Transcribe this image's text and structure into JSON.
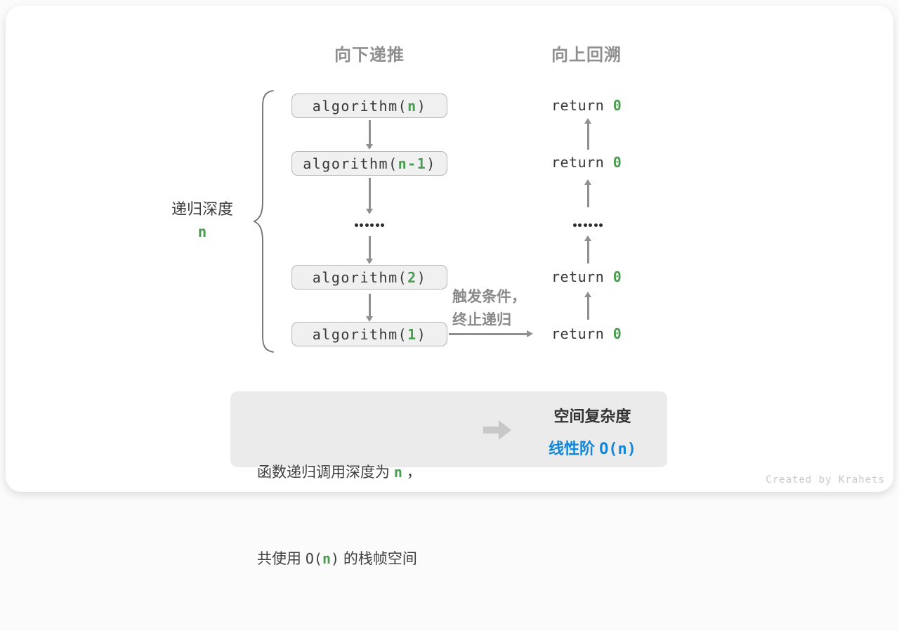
{
  "columns": {
    "down_header": "向下递推",
    "up_header": "向上回溯"
  },
  "depth": {
    "label": "递归深度",
    "value": "n"
  },
  "calls": [
    {
      "pre": "algorithm(",
      "arg": "n",
      "post": ")"
    },
    {
      "pre": "algorithm(",
      "arg": "n-1",
      "post": ")"
    },
    {
      "pre": "algorithm(",
      "arg": "2",
      "post": ")"
    },
    {
      "pre": "algorithm(",
      "arg": "1",
      "post": ")"
    }
  ],
  "returns": [
    {
      "pre": "return ",
      "val": "0"
    },
    {
      "pre": "return ",
      "val": "0"
    },
    {
      "pre": "return ",
      "val": "0"
    },
    {
      "pre": "return ",
      "val": "0"
    }
  ],
  "trigger": {
    "line1": "触发条件，",
    "line2": "终止递归"
  },
  "summary": {
    "line1_pre": "函数递归调用深度为 ",
    "line1_var": "n",
    "line1_post": " ，",
    "line2_pre": "共使用 ",
    "line2_o": "O(",
    "line2_var": "n",
    "line2_c": ")",
    "line2_post": " 的栈帧空间",
    "result_title": "空间复杂度",
    "result_pre": "线性阶 ",
    "result_o": "O(n)"
  },
  "credit": "Created by Krahets",
  "colors": {
    "green": "#4a9c50",
    "blue": "#1287d8",
    "gray": "#8f8f8f"
  }
}
